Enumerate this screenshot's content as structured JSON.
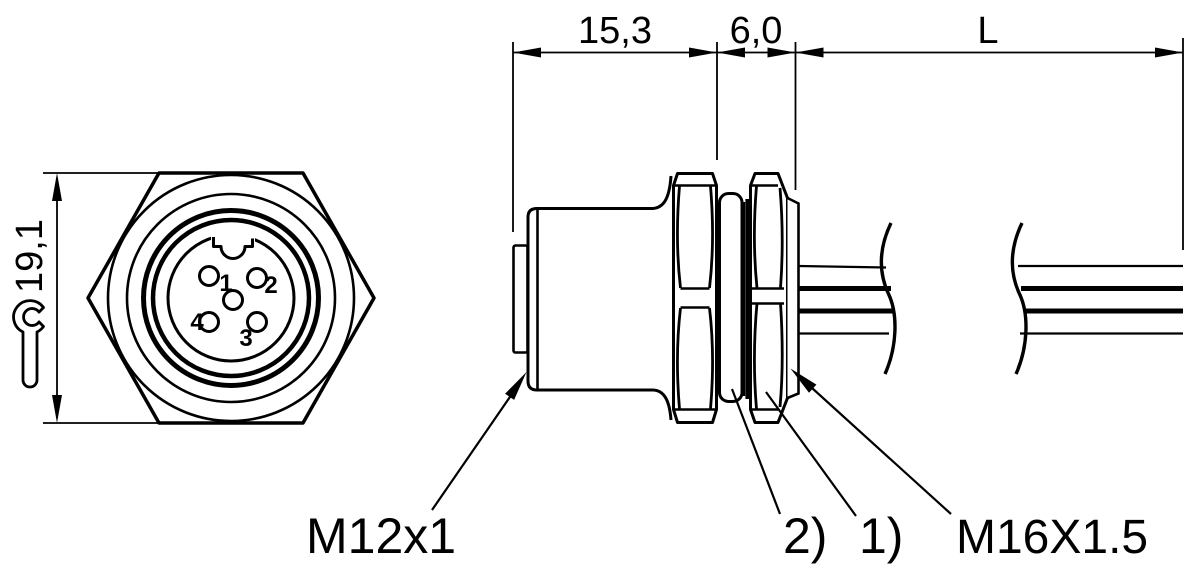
{
  "colors": {
    "line": "#000000",
    "background": "#ffffff"
  },
  "front_view": {
    "dim_wrench_size": "19,1",
    "pin_labels": [
      "1",
      "2",
      "3",
      "4"
    ]
  },
  "side_view": {
    "dim_front_length": "15,3",
    "dim_mount_stack": "6,0",
    "dim_cable_length": "L",
    "label_mating_thread": "M12x1",
    "callout_seal": "2)",
    "callout_locknut": "1)",
    "label_mounting_thread": "M16X1.5"
  }
}
